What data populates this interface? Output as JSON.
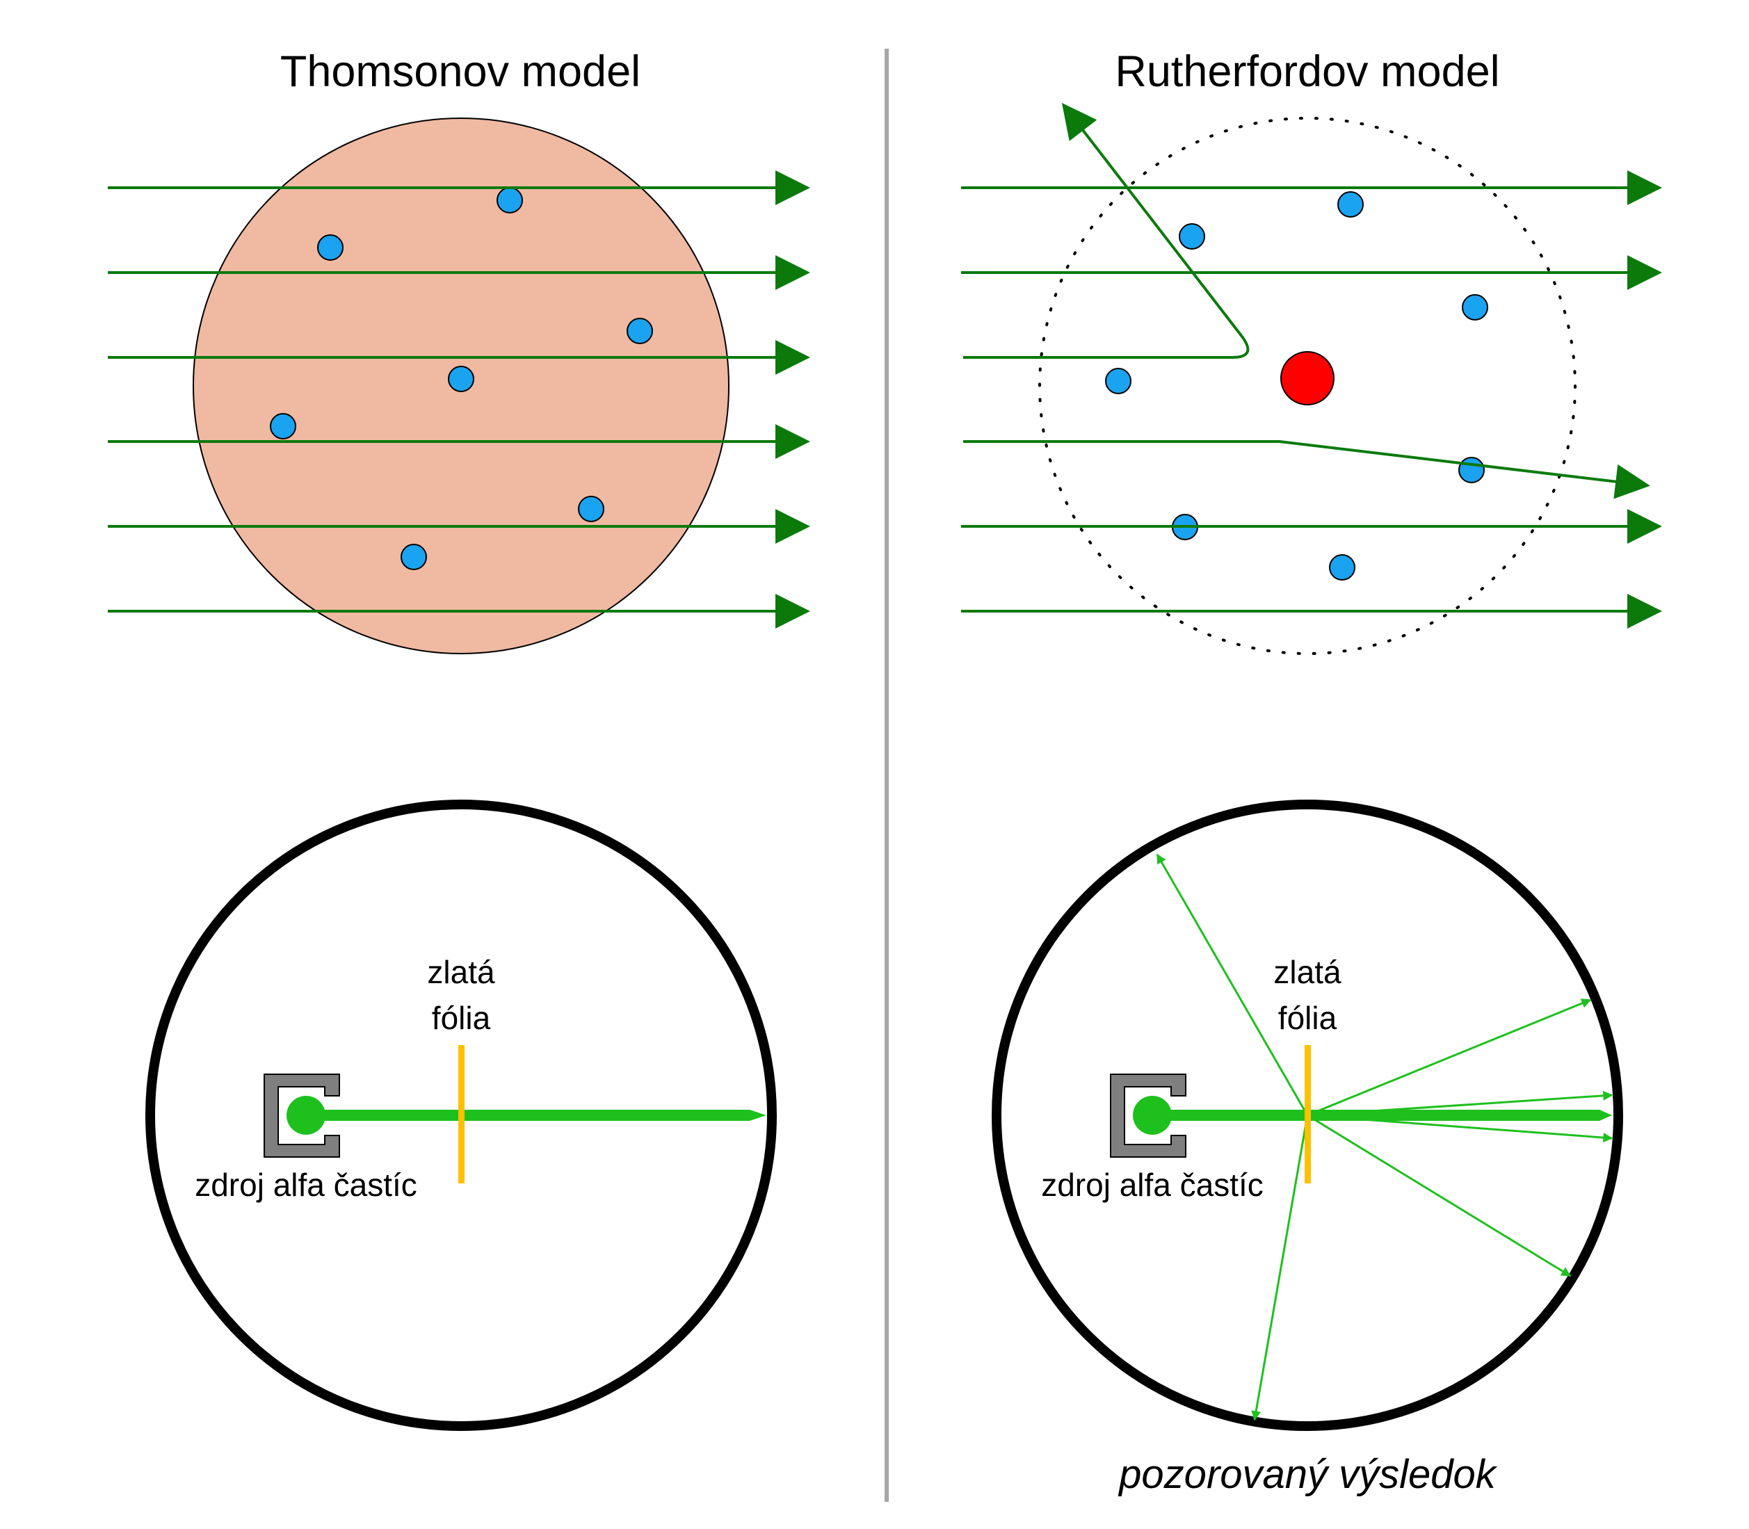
{
  "titles": {
    "left": "Thomsonov model",
    "right": "Rutherfordov model"
  },
  "labels": {
    "foil_line1": "zlatá",
    "foil_line2": "fólia",
    "source": "zdroj alfa častíc"
  },
  "caption": "pozorovaný výsledok",
  "colors": {
    "arrow_dark_green": "#0b7a0b",
    "arrow_bright_green": "#1ec01e",
    "electron_blue": "#1aa3f0",
    "nucleus_red": "#ff0000",
    "thomson_sphere": "#f0b9a2",
    "foil_orange": "#ffc000",
    "source_gray": "#7f7f7f",
    "divider_gray": "#a6a6a6"
  }
}
